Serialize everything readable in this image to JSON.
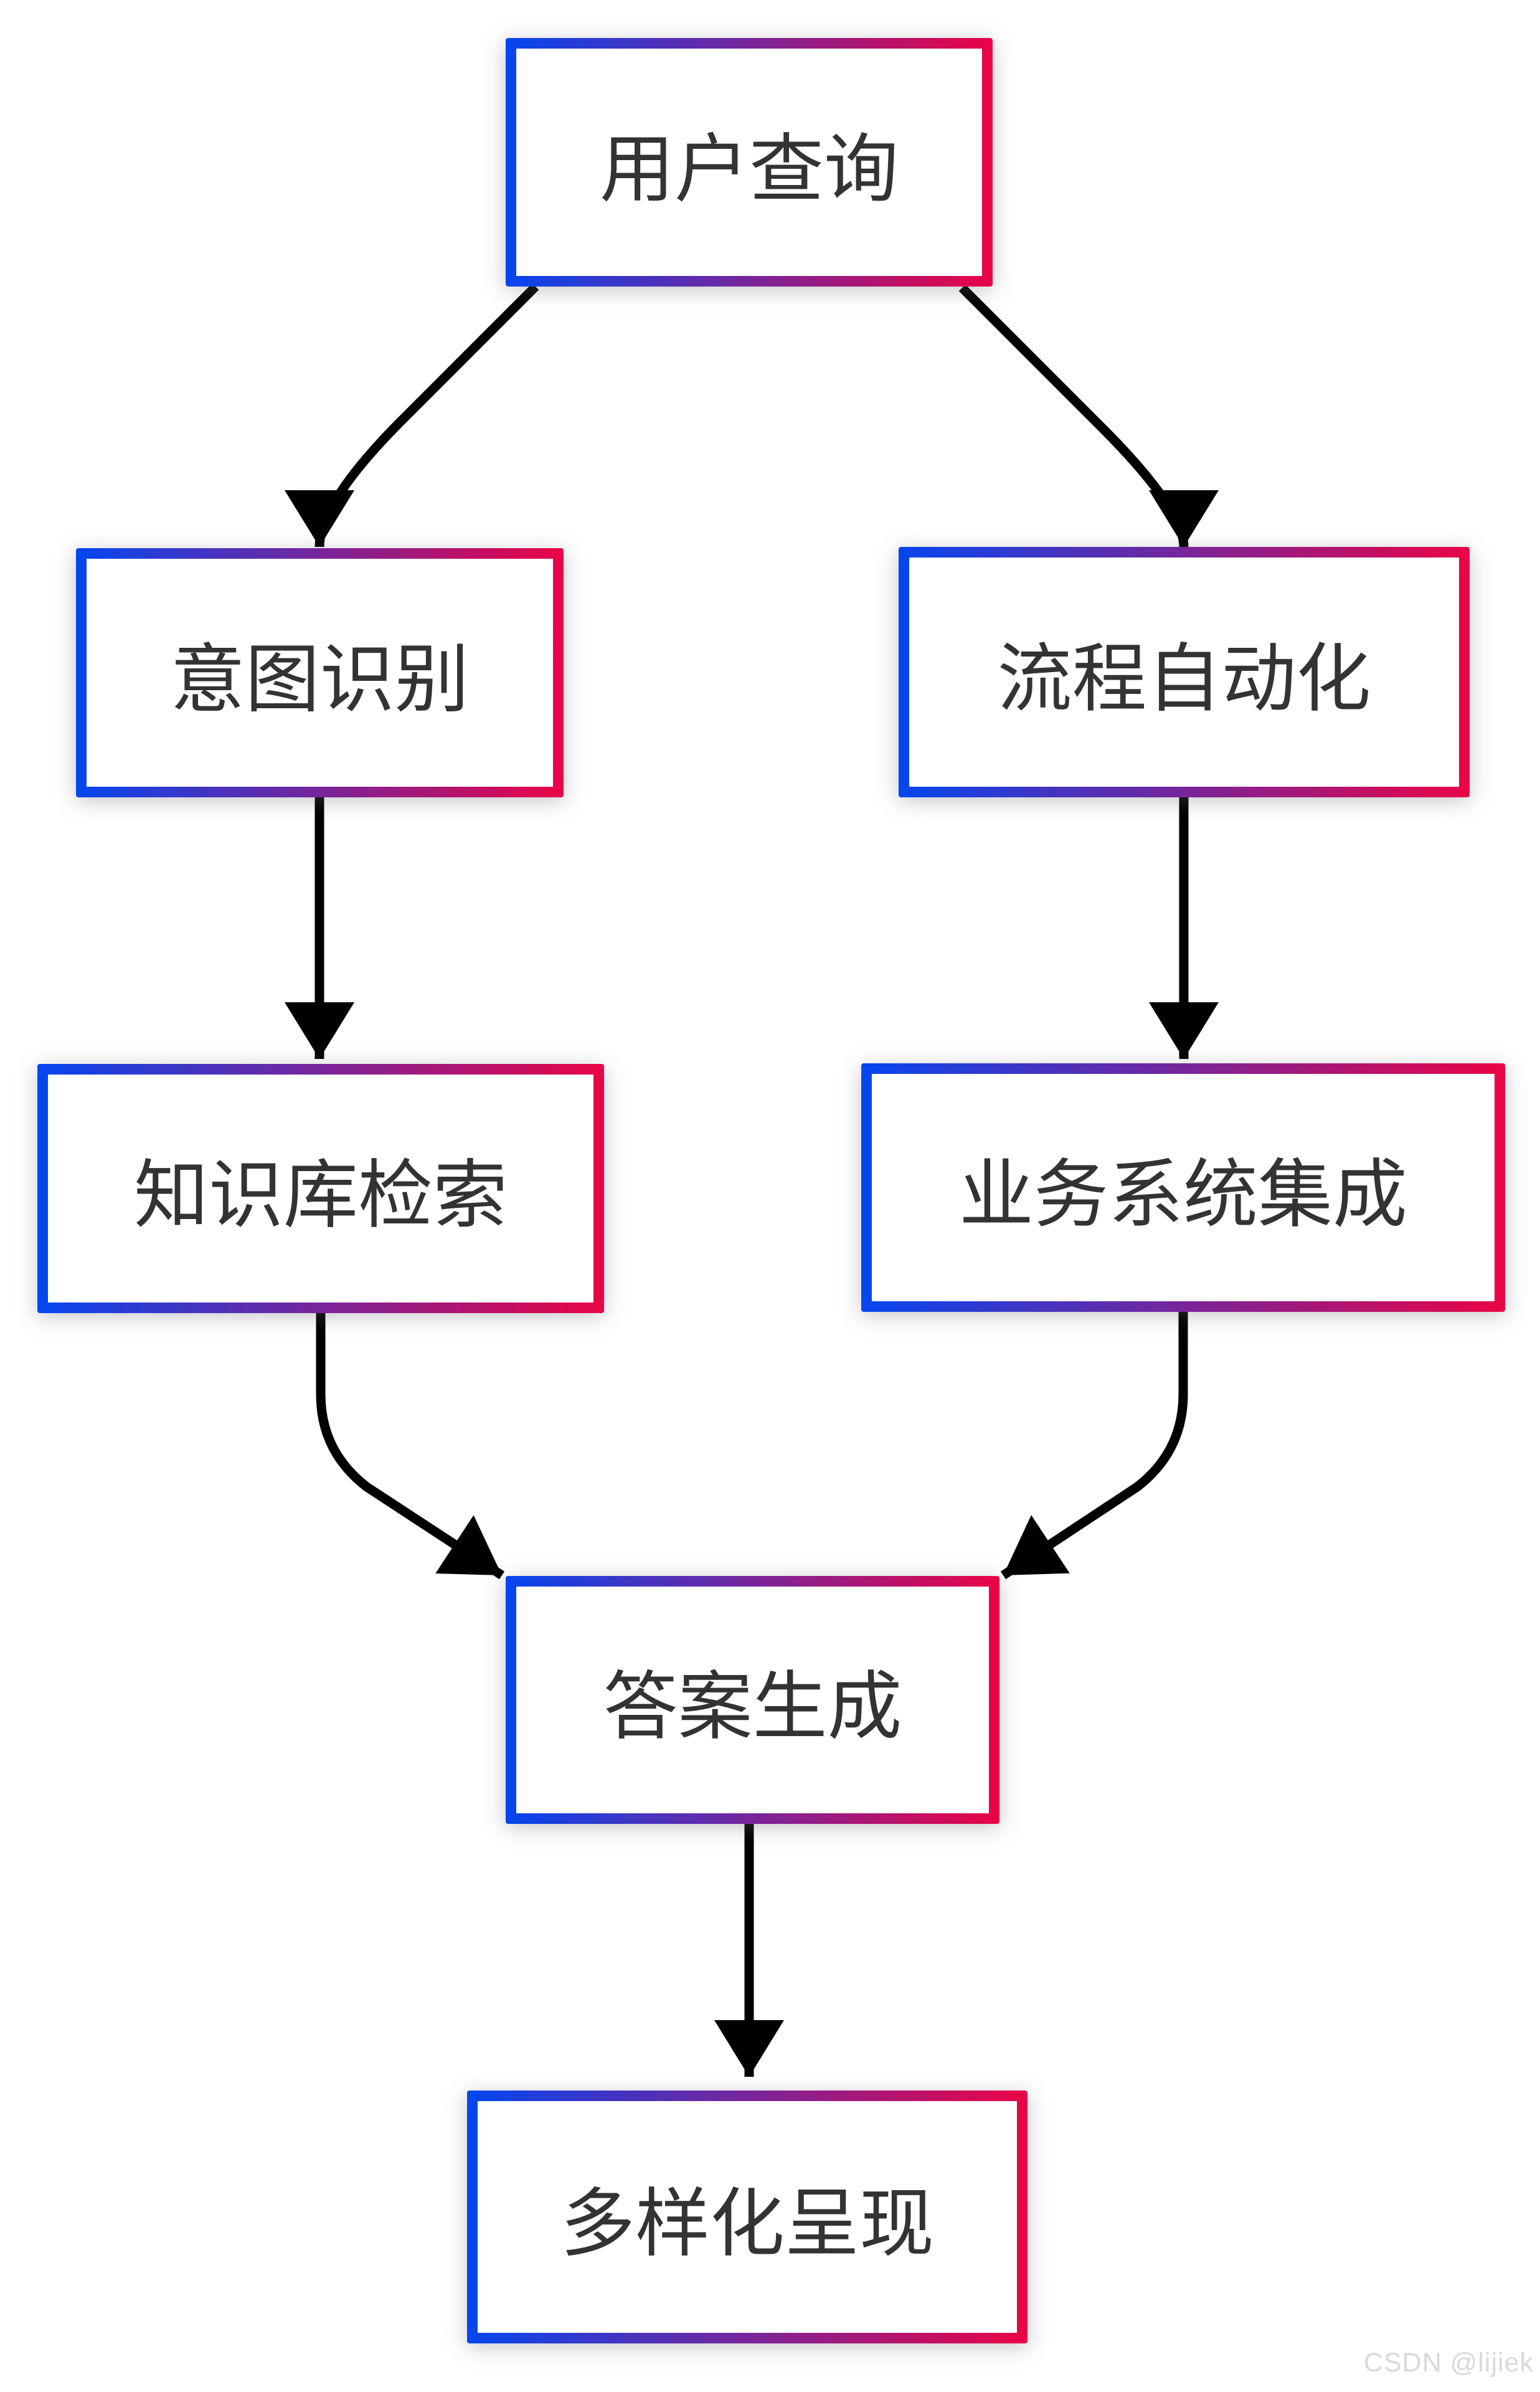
{
  "flowchart": {
    "nodes": [
      {
        "id": "user-query",
        "label": "用户查询"
      },
      {
        "id": "intent-recognition",
        "label": "意图识别"
      },
      {
        "id": "process-automation",
        "label": "流程自动化"
      },
      {
        "id": "knowledge-base-retrieval",
        "label": "知识库检索"
      },
      {
        "id": "business-system-integration",
        "label": "业务系统集成"
      },
      {
        "id": "answer-generation",
        "label": "答案生成"
      },
      {
        "id": "diversified-presentation",
        "label": "多样化呈现"
      }
    ],
    "edges": [
      {
        "from": "user-query",
        "to": "intent-recognition"
      },
      {
        "from": "user-query",
        "to": "process-automation"
      },
      {
        "from": "intent-recognition",
        "to": "knowledge-base-retrieval"
      },
      {
        "from": "process-automation",
        "to": "business-system-integration"
      },
      {
        "from": "knowledge-base-retrieval",
        "to": "answer-generation"
      },
      {
        "from": "business-system-integration",
        "to": "answer-generation"
      },
      {
        "from": "answer-generation",
        "to": "diversified-presentation"
      }
    ],
    "colors": {
      "border_gradient_start": "#0546ef",
      "border_gradient_end": "#ea0446",
      "arrow": "#000000",
      "node_text": "#333333",
      "node_fill": "#ffffff",
      "background": "#ffffff"
    }
  },
  "watermark": {
    "text": "CSDN @lijiek",
    "color": "#d9d9d9"
  }
}
